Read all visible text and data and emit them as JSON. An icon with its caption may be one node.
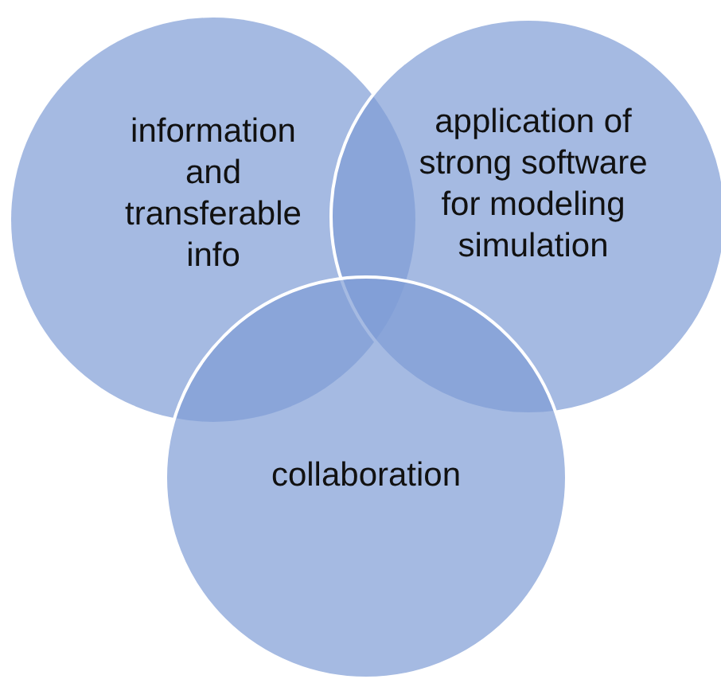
{
  "diagram": {
    "nodes": [
      {
        "text": [
          "information and transferable info"
        ]
      },
      {
        "text": [
          "application of strong software for modeling simulation"
        ]
      },
      {
        "text": [
          "collaboration"
        ]
      }
    ]
  }
}
